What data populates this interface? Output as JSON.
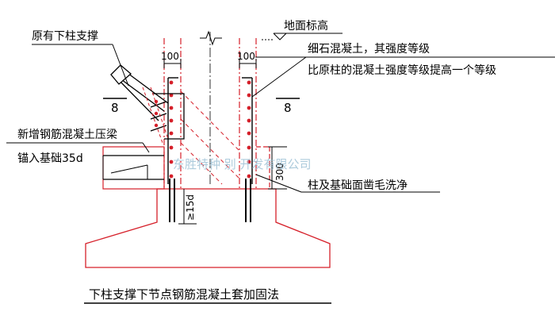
{
  "labels": {
    "original_brace": "原有下柱支撑",
    "ground_level": "地面标高",
    "fine_concrete_1": "细石混凝土，其强度等级",
    "fine_concrete_2": "比原柱的混凝土强度等级提高一个等级",
    "section_left": "8",
    "section_right": "8",
    "new_beam": "新增钢筋混凝土压梁",
    "anchor": "锚入基础35d",
    "dim_left": "100",
    "dim_right": "100",
    "dim_300": "300",
    "dim_15d": "≥15d",
    "roughen": "柱及基础面凿毛洗净",
    "caption": "下柱支撑下节点钢筋混凝土套加固法",
    "watermark": "东胜特种  别  开发有限公司"
  },
  "colors": {
    "ink": "#000000",
    "red": "#d6202a",
    "watermark": "#9fc2d6"
  }
}
